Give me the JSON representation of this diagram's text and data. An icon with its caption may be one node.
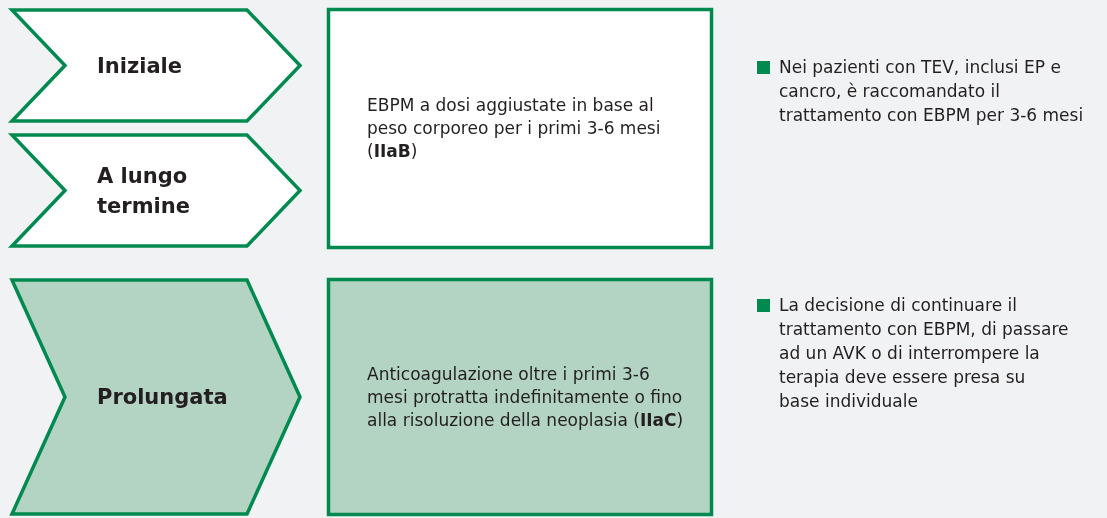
{
  "diagram": {
    "nodes": [
      {
        "text": [
          "Iniziale"
        ]
      },
      {
        "text": [
          "A lungo termine"
        ]
      },
      {
        "text": [
          "EBPM a dosi aggiustate in base al peso corporeo per i primi 3-6 mesi (**IIaB**)"
        ]
      },
      {
        "text": [
          "Prolungata"
        ]
      },
      {
        "text": [
          "Anticoagulazione oltre i primi 3-6 mesi protratta indefinitamente o fino alla risoluzione della neoplasia (**IIaC**)"
        ]
      }
    ],
    "labels": [
      "Nei pazienti con TEV, inclusi EP e cancro, è raccomandato il trattamento con EBPM per 3-6 mesi",
      "La decisione di continuare il trattamento con EBPM, di passare ad un AVK o di interrompere la terapia deve essere presa su base individuale"
    ]
  }
}
